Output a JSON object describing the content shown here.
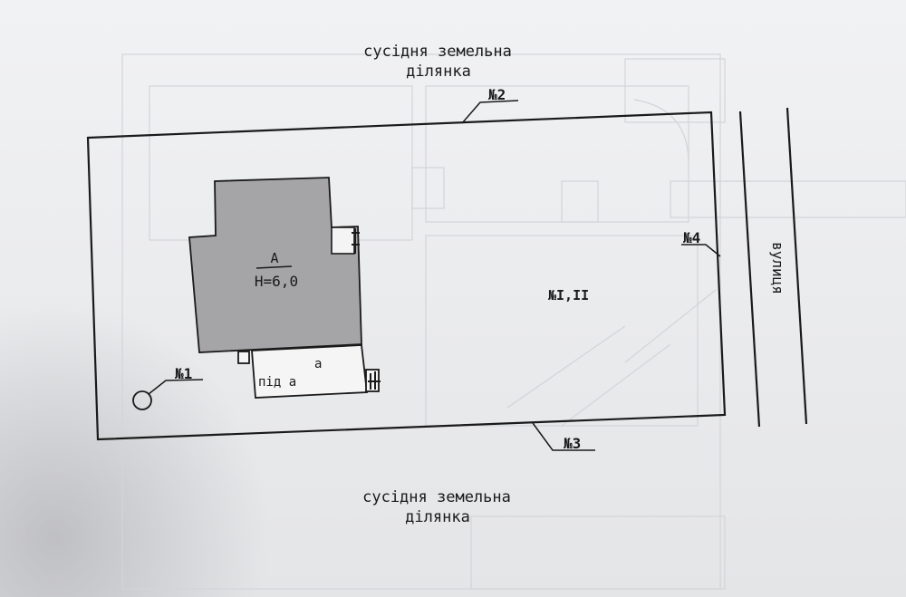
{
  "labels": {
    "neighbor_top_line1": "сусідня земельна",
    "neighbor_top_line2": "ділянка",
    "neighbor_bottom_line1": "сусідня земельна",
    "neighbor_bottom_line2": "ділянка",
    "street": "вулиця",
    "building_letter": "А",
    "building_height": "Н=6,0",
    "porch_label": "під а",
    "porch_letter": "а",
    "point_1": "№1",
    "point_2": "№2",
    "point_3": "№3",
    "point_4": "№4",
    "area_label": "№I,II"
  },
  "colors": {
    "ink": "#1a1a1a",
    "building_fill": "#a5a5a8",
    "background": "#ececee"
  }
}
